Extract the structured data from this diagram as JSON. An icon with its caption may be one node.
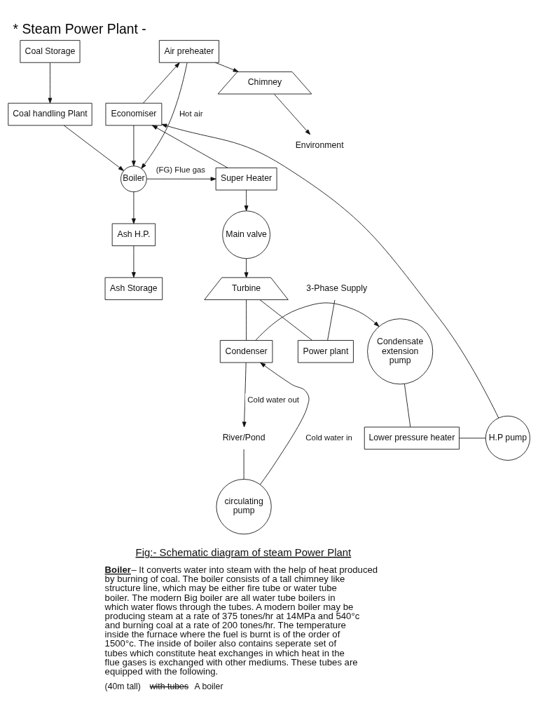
{
  "diagram": {
    "title": "* Steam Power Plant -",
    "caption": "Fig:- Schematic diagram of steam Power Plant",
    "nodes": [
      {
        "text": [
          "Coal Storage"
        ]
      },
      {
        "text": [
          "Coal handling Plant"
        ]
      },
      {
        "text": [
          "Boiler"
        ]
      },
      {
        "text": [
          "Ash H.P."
        ]
      },
      {
        "text": [
          "Ash Storage"
        ]
      },
      {
        "text": [
          "Super Heater"
        ]
      },
      {
        "text": [
          "Economiser"
        ]
      },
      {
        "text": [
          "Air preheater"
        ]
      },
      {
        "text": [
          "Chimney"
        ]
      },
      {
        "text": [
          "Environment"
        ]
      },
      {
        "text": [
          "Main valve"
        ]
      },
      {
        "text": [
          "Turbine"
        ]
      },
      {
        "text": [
          "Power plant"
        ]
      },
      {
        "text": [
          "3-Phase Supply"
        ]
      },
      {
        "text": [
          "Condenser"
        ]
      },
      {
        "text": [
          "Condensate extension pump"
        ]
      },
      {
        "text": [
          "Lower pressure heater"
        ]
      },
      {
        "text": [
          "H.P pump"
        ]
      },
      {
        "text": [
          "River/Pond"
        ]
      },
      {
        "text": [
          "circulating pump"
        ]
      }
    ],
    "edges": [
      {
        "from": 0,
        "to": 1,
        "arrow": "to"
      },
      {
        "from": 1,
        "to": 2,
        "arrow": "to"
      },
      {
        "from": 2,
        "to": 3,
        "arrow": "to"
      },
      {
        "from": 3,
        "to": 4,
        "arrow": "to"
      },
      {
        "from": 7,
        "to": 2,
        "arrow": "to",
        "label": "Hot air"
      },
      {
        "from": 6,
        "to": 2,
        "arrow": "to"
      },
      {
        "from": 2,
        "to": 5,
        "arrow": "to",
        "label": "(FG) Flue gas"
      },
      {
        "from": 5,
        "to": 6,
        "arrow": "to"
      },
      {
        "from": 6,
        "to": 7,
        "arrow": "to"
      },
      {
        "from": 7,
        "to": 8,
        "arrow": "to"
      },
      {
        "from": 8,
        "to": 9,
        "arrow": "to"
      },
      {
        "from": 5,
        "to": 10,
        "arrow": "to"
      },
      {
        "from": 10,
        "to": 11,
        "arrow": "to"
      },
      {
        "from": 11,
        "to": 12,
        "arrow": "none"
      },
      {
        "from": 13,
        "to": 12,
        "arrow": "none"
      },
      {
        "from": 11,
        "to": 14,
        "arrow": "none"
      },
      {
        "from": 14,
        "to": 15,
        "arrow": "to"
      },
      {
        "from": 15,
        "to": 16,
        "arrow": "none"
      },
      {
        "from": 16,
        "to": 17,
        "arrow": "none"
      },
      {
        "from": 17,
        "to": 6,
        "arrow": "to"
      },
      {
        "from": 14,
        "to": 18,
        "arrow": "to",
        "label": "Cold water out"
      },
      {
        "from": 18,
        "to": 19,
        "arrow": "none"
      },
      {
        "from": 19,
        "to": 14,
        "arrow": "to",
        "label": "Cold water in"
      }
    ],
    "labels": [
      "Boiler",
      "– It converts water into steam with the help of heat produced by burning of coal. The boiler consists of a tall chimney like structure line, which may be either fire tube or water tube boiler. The modern Big boiler are all water tube boilers in which water flows through the tubes. A modern boiler may be producing steam at a rate of 375 tones/hr at 14MPa and 540°c and burning coal at a rate of 200 tones/hr. The temperature inside the furnace where the fuel is burnt is of the order of 1500°c. The inside of boiler also contains seperate set of tubes which constitute heat exchanges in which heat in the flue gases is exchanged with other mediums. These tubes are equipped with the following.",
      "(40m tall)",
      "with tubes",
      "A boiler"
    ]
  }
}
